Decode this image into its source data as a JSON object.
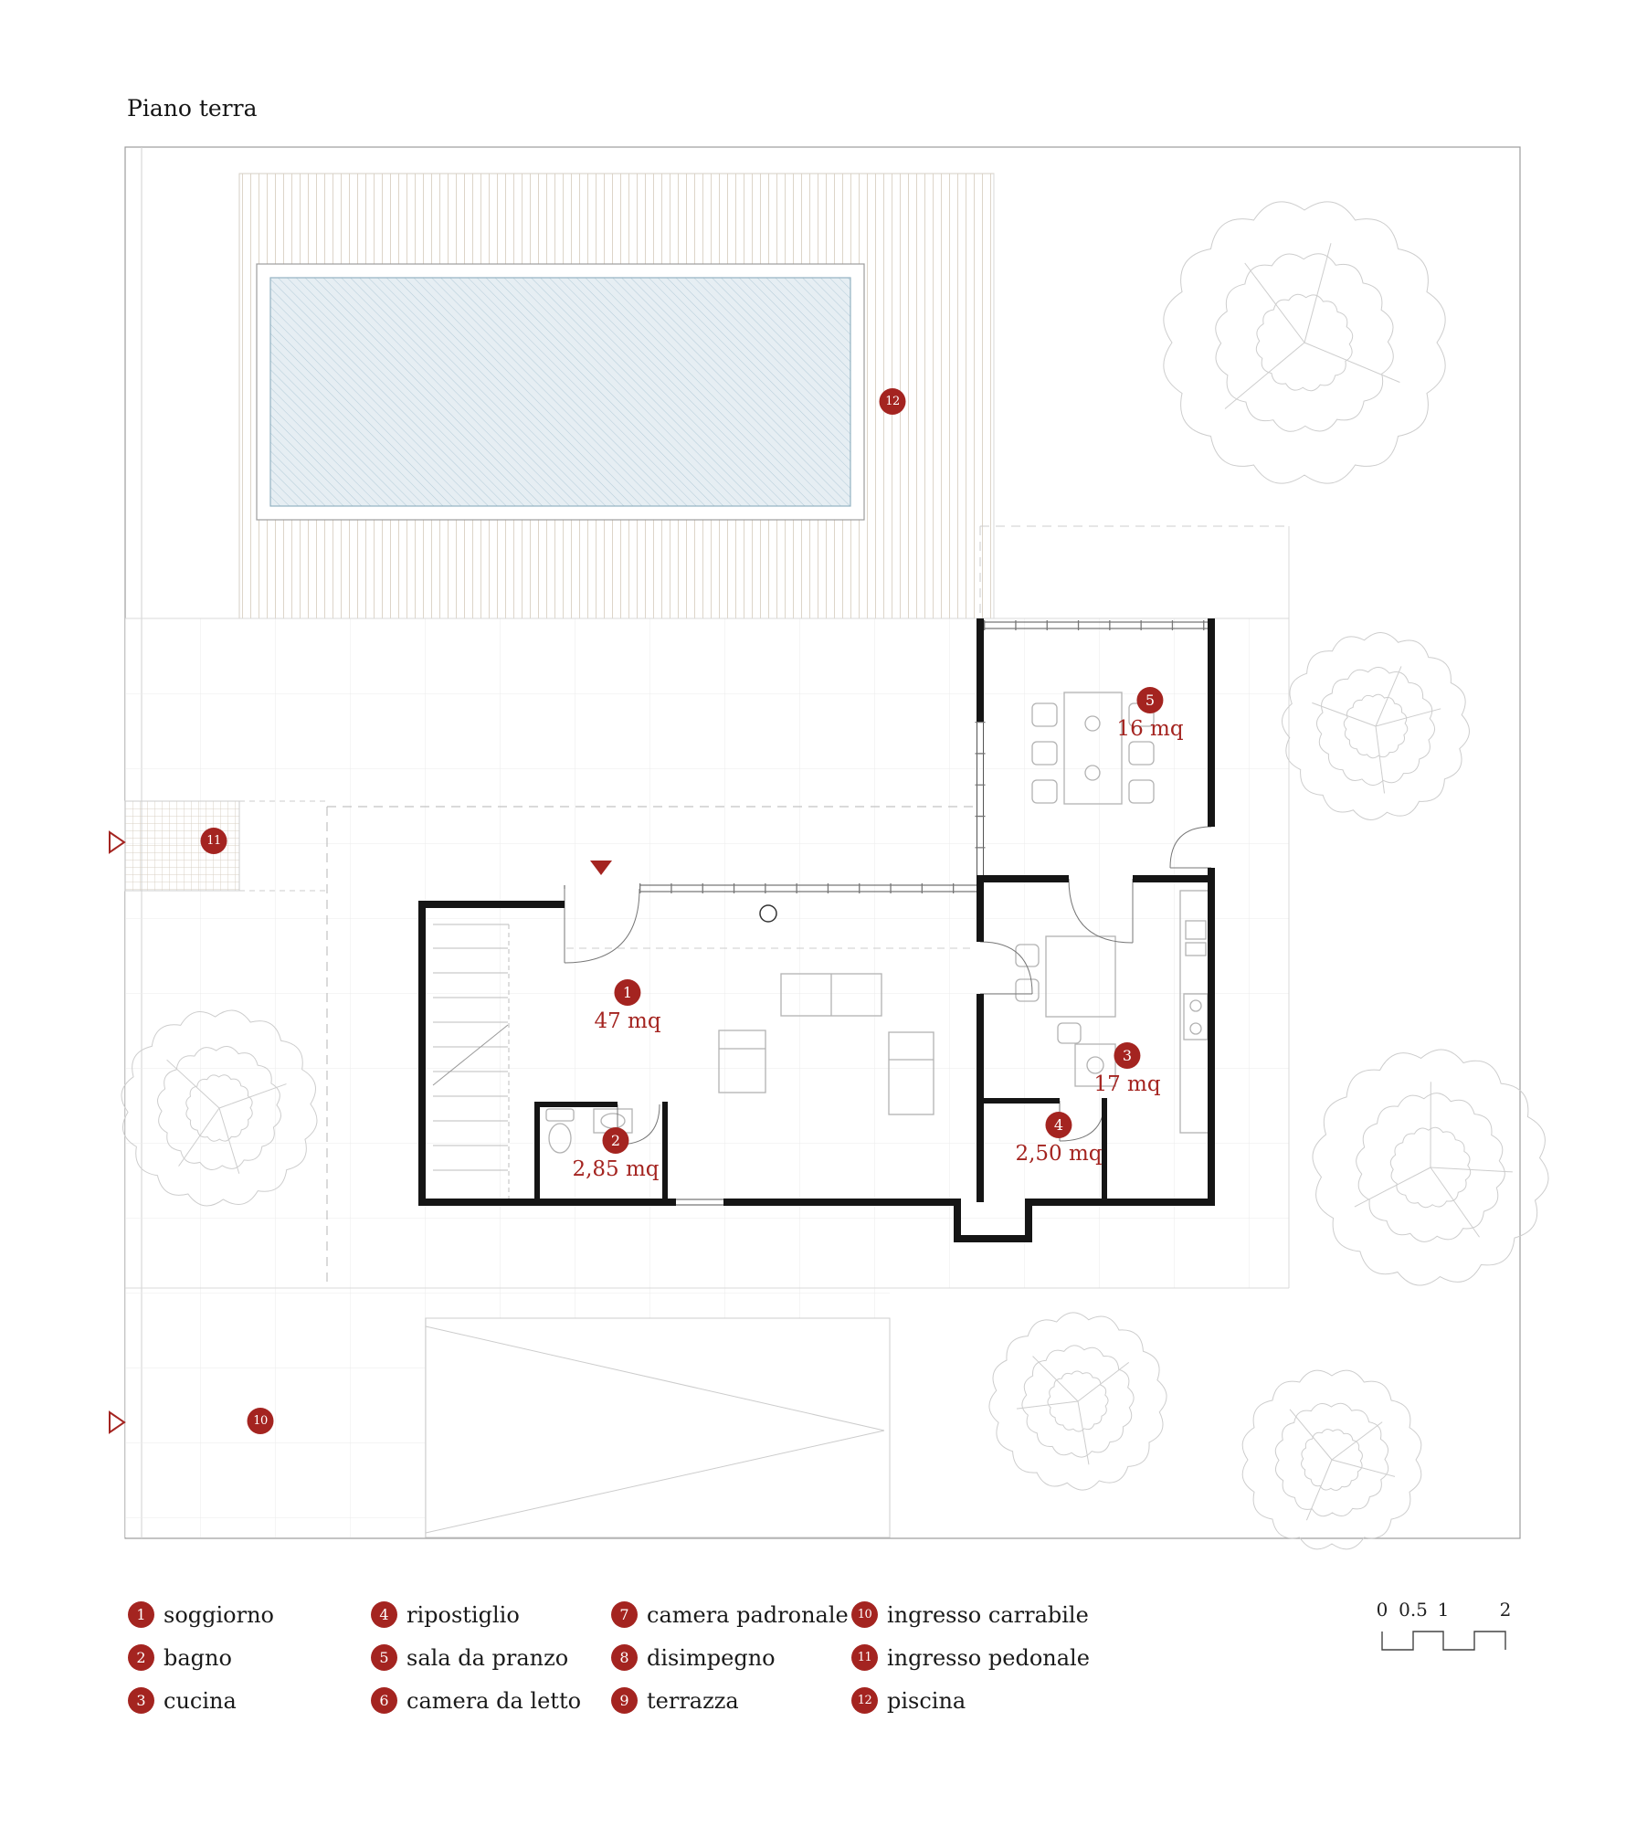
{
  "title": "Piano terra",
  "colors": {
    "accent": "#a42420",
    "pool_fill": "#e6eef3",
    "pool_hatch": "#b3cbd8",
    "wall": "#151515"
  },
  "plan": {
    "markers": {
      "m1": {
        "n": "1",
        "area": "47 mq"
      },
      "m2": {
        "n": "2",
        "area": "2,85 mq"
      },
      "m3": {
        "n": "3",
        "area": "17 mq"
      },
      "m4": {
        "n": "4",
        "area": "2,50 mq"
      },
      "m5": {
        "n": "5",
        "area": "16 mq"
      },
      "m10": {
        "n": "10"
      },
      "m11": {
        "n": "11"
      },
      "m12": {
        "n": "12"
      }
    }
  },
  "legend": {
    "items": [
      {
        "n": "1",
        "label": "soggiorno"
      },
      {
        "n": "2",
        "label": "bagno"
      },
      {
        "n": "3",
        "label": "cucina"
      },
      {
        "n": "4",
        "label": "ripostiglio"
      },
      {
        "n": "5",
        "label": "sala da pranzo"
      },
      {
        "n": "6",
        "label": "camera da letto"
      },
      {
        "n": "7",
        "label": "camera padronale"
      },
      {
        "n": "8",
        "label": "disimpegno"
      },
      {
        "n": "9",
        "label": "terrazza"
      },
      {
        "n": "10",
        "label": "ingresso carrabile"
      },
      {
        "n": "11",
        "label": "ingresso pedonale"
      },
      {
        "n": "12",
        "label": "piscina"
      }
    ]
  },
  "scalebar": {
    "labels": [
      "0",
      "0.5",
      "1",
      "2"
    ]
  }
}
